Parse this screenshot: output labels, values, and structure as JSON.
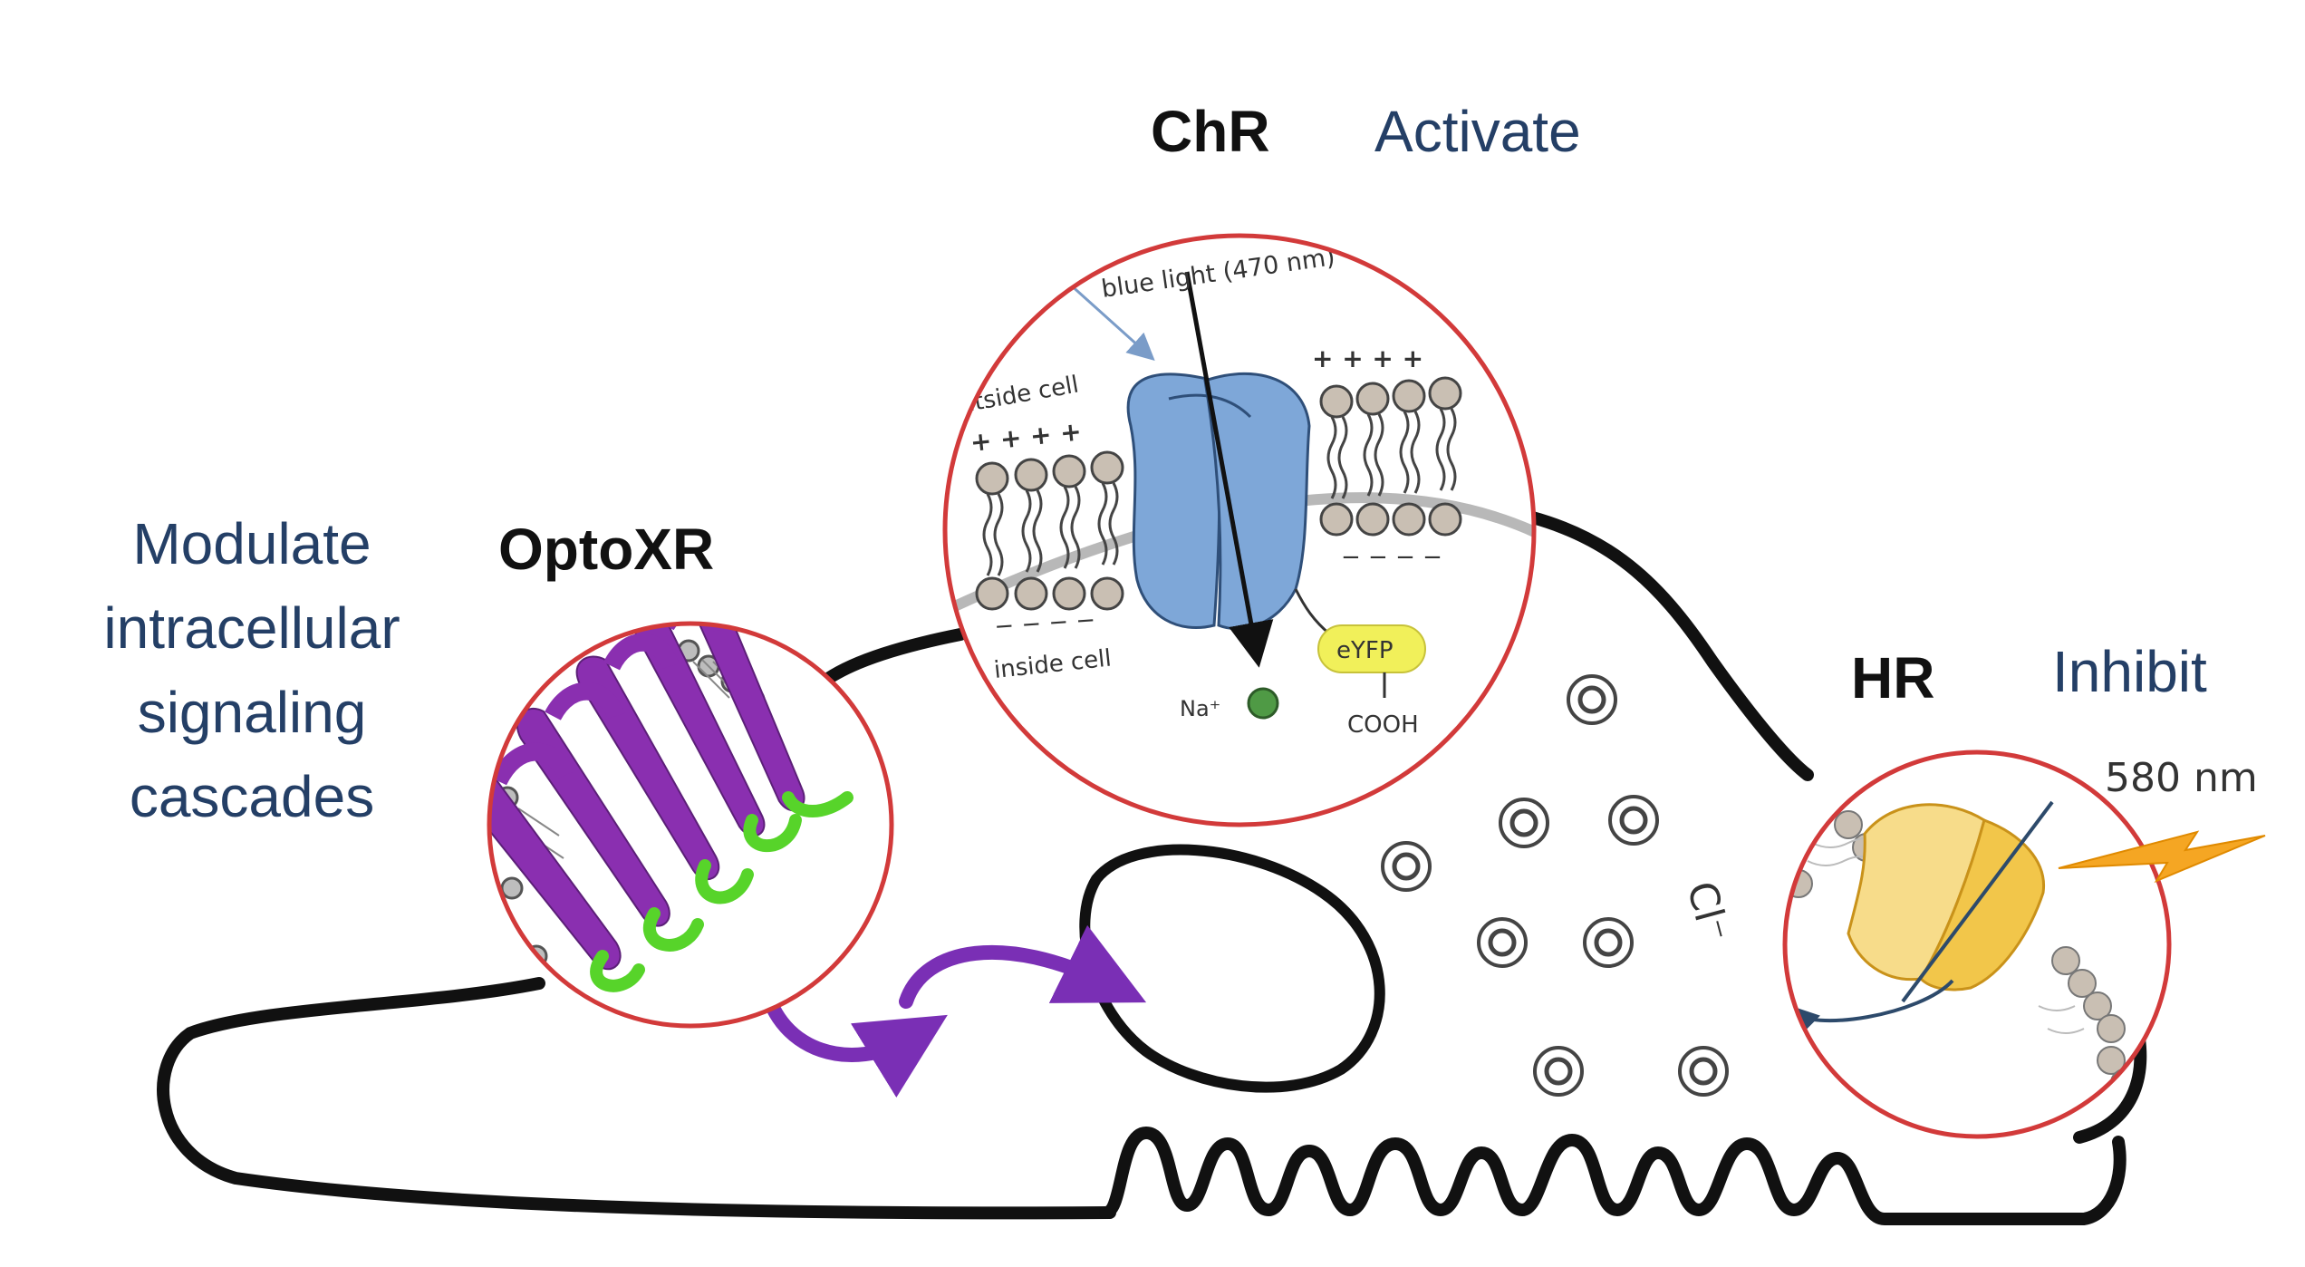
{
  "labels": {
    "chr_title": "ChR",
    "chr_action": "Activate",
    "optoxr_title": "OptoXR",
    "optoxr_action_lines": [
      "Modulate",
      "intracellular",
      "signaling",
      "cascades"
    ],
    "hr_title": "HR",
    "hr_action": "Inhibit",
    "hr_wavelength": "580 nm"
  },
  "chr_inset": {
    "light_label": "blue light (470 nm)",
    "outside_label": "outside cell",
    "inside_label": "inside cell",
    "outside_charge": "+ + + +",
    "inside_charge": "− − − −",
    "ion_label": "Na⁺",
    "tag_label": "eYFP",
    "terminal_label": "COOH"
  },
  "hr_inset": {
    "ion_label": "Cl⁻"
  },
  "colors": {
    "inset_border": "#d23a3a",
    "chr_channel": "#7ea7d8",
    "hr_channel": "#f2c64a",
    "optoxr_helix": "#8a2fb0",
    "optoxr_loop": "#57d42a",
    "arrow_purple": "#7a2fb5",
    "eyfp": "#f1f05a",
    "na_ion": "#4f9a45",
    "cl_ion": "#e55a4e",
    "label_blue": "#243f66",
    "light_orange": "#f5a623"
  }
}
